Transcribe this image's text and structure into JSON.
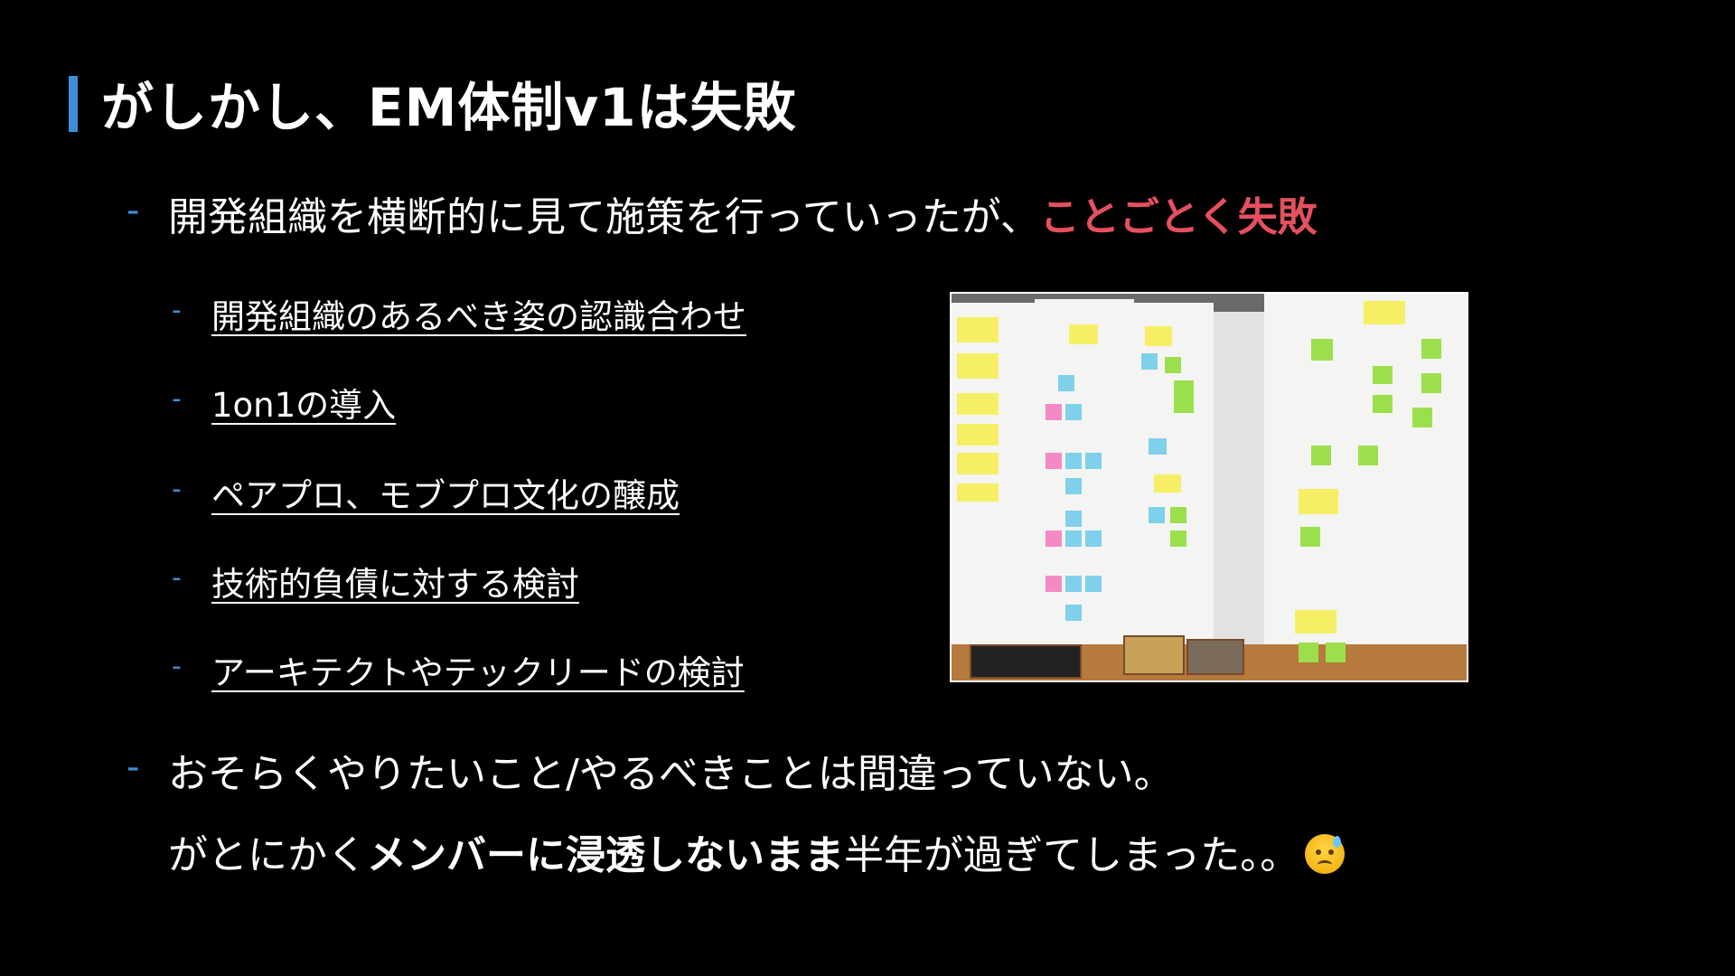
{
  "title": "がしかし、EM体制v1は失敗",
  "bullets": {
    "dash": "-",
    "main1_text": "開発組織を横断的に見て施策を行っていったが、",
    "main1_accent": "ことごとく失敗",
    "sub": [
      "開発組織のあるべき姿の認識合わせ",
      "1on1の導入",
      "ペアプロ、モブプロ文化の醸成",
      "技術的負債に対する検討",
      "アーキテクトやテックリードの検討"
    ],
    "main2_line1": "おそらくやりたいこと/やるべきことは間違っていない。",
    "main2_line2_pre": "がとにかく",
    "main2_line2_bold": "メンバーに浸透しないまま",
    "main2_line2_post": "半年が過ぎてしまった。。"
  },
  "emoji": "sad-relieved-face-icon",
  "colors": {
    "accent_blue": "#3d8fd6",
    "accent_red": "#e5505f",
    "background": "#000000"
  }
}
